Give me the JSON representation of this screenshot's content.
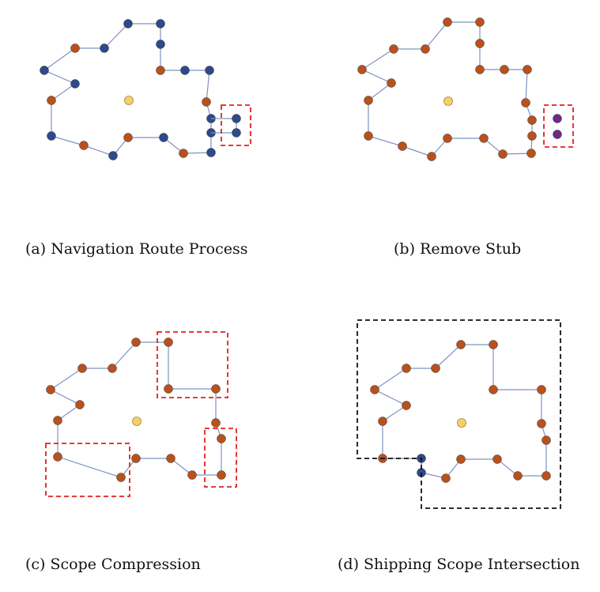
{
  "colors": {
    "route_line": "#7f93c2",
    "node_orange": "#b7521f",
    "node_blue": "#2d4a8c",
    "node_purple": "#6a2b8c",
    "center_yellow": "#f7cf66",
    "highlight_red": "#e02020",
    "scope_black": "#111111"
  },
  "panels": [
    {
      "id": "a",
      "caption": "(a)  Navigation Route Process"
    },
    {
      "id": "b",
      "caption": "(b)  Remove Stub"
    },
    {
      "id": "c",
      "caption": "(c)  Scope Compression"
    },
    {
      "id": "d",
      "caption": "(d)  Shipping Scope Intersection"
    }
  ]
}
